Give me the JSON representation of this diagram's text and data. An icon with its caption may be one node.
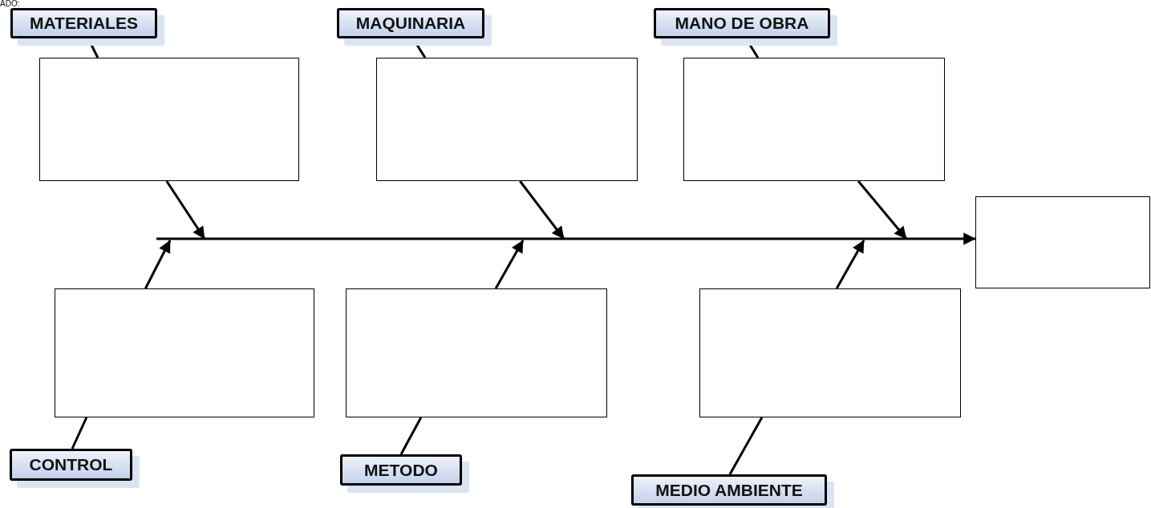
{
  "diagram": {
    "nodes": [
      {
        "text": [
          "MATERIALES"
        ]
      },
      {
        "text": [
          "MAQUINARIA"
        ]
      },
      {
        "text": [
          "MANO DE OBRA"
        ]
      },
      {
        "text": [],
        "shape": "box"
      },
      {
        "text": [],
        "shape": "box"
      },
      {
        "text": [],
        "shape": "box"
      },
      {
        "text": [],
        "shape": "box"
      },
      {
        "text": [],
        "shape": "box"
      },
      {
        "text": [],
        "shape": "box"
      },
      {
        "text": [],
        "shape": "box"
      },
      {
        "text": [
          "CONTROL"
        ]
      },
      {
        "text": [
          "METODO"
        ]
      },
      {
        "text": [
          "MEDIO AMBIENTE"
        ]
      }
    ],
    "edges": [
      {
        "from": 0,
        "to": 3,
        "arrow": "none"
      },
      {
        "from": 1,
        "to": 4,
        "arrow": "none"
      },
      {
        "from": 2,
        "to": 5,
        "arrow": "none"
      },
      {
        "from": 3,
        "to": null,
        "arrow": "to"
      },
      {
        "from": 4,
        "to": null,
        "arrow": "to"
      },
      {
        "from": 5,
        "to": null,
        "arrow": "to"
      },
      {
        "from": 7,
        "to": null,
        "arrow": "to"
      },
      {
        "from": 8,
        "to": null,
        "arrow": "to"
      },
      {
        "from": 9,
        "to": null,
        "arrow": "to"
      },
      {
        "from": 10,
        "to": 7,
        "arrow": "none"
      },
      {
        "from": 11,
        "to": 8,
        "arrow": "none"
      },
      {
        "from": 12,
        "to": 9,
        "arrow": "none"
      },
      {
        "from": null,
        "to": 6,
        "arrow": "to"
      }
    ],
    "labels": [
      "ADO:"
    ]
  }
}
